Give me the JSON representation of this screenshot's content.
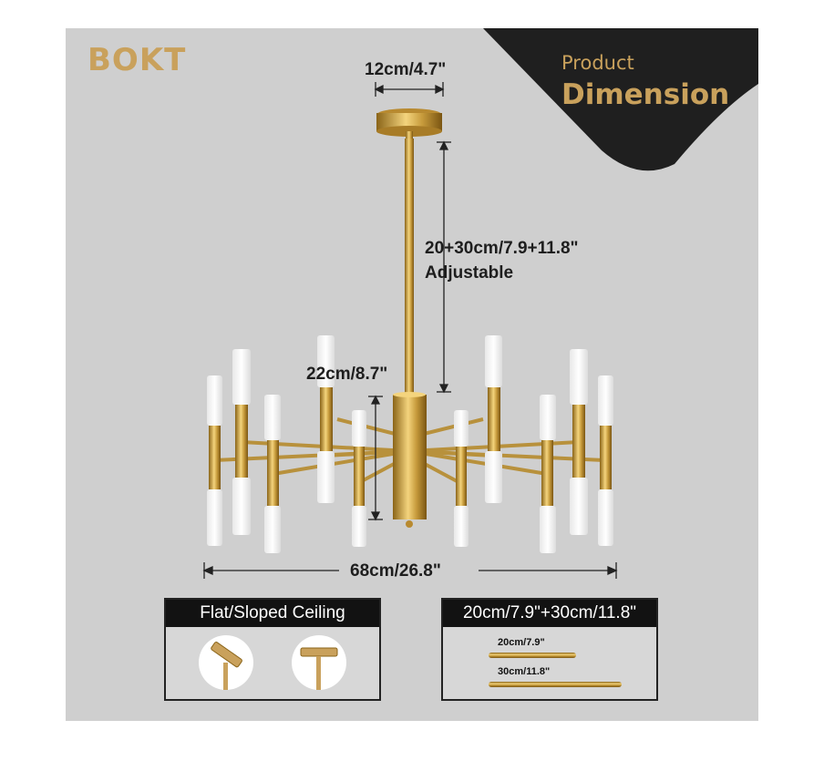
{
  "brand": "BOKT",
  "corner": {
    "line1": "Product",
    "line2": "Dimension"
  },
  "dimensions": {
    "canopy": "12cm/4.7\"",
    "rod_length": "20+30cm/7.9+11.8\"",
    "rod_note": "Adjustable",
    "body_height": "22cm/8.7\"",
    "width": "68cm/26.8\""
  },
  "ceiling_box": {
    "title": "Flat/Sloped Ceiling"
  },
  "rods_box": {
    "title": "20cm/7.9\"+30cm/11.8\"",
    "rods": [
      {
        "label": "20cm/7.9\""
      },
      {
        "label": "30cm/11.8\""
      }
    ]
  },
  "colors": {
    "gold": "#c9a15c",
    "panel": "#cfcfcf",
    "corner": "#1f1f1f"
  },
  "icons": [
    "chandelier-illustration",
    "flat-ceiling-mount-icon",
    "sloped-ceiling-mount-icon"
  ]
}
